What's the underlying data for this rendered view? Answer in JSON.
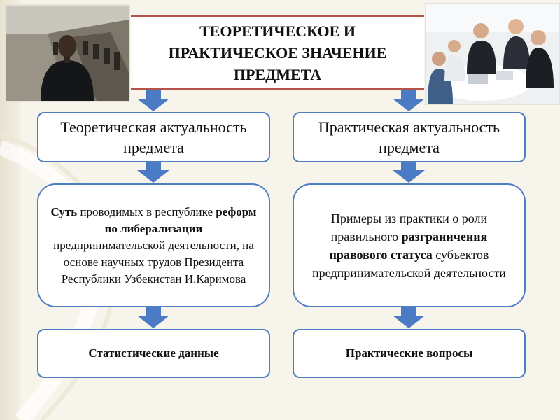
{
  "title": "ТЕОРЕТИЧЕСКОЕ И ПРАКТИЧЕСКОЕ ЗНАЧЕНИЕ ПРЕДМЕТА",
  "colors": {
    "accent_line": "#b5524a",
    "box_border": "#4f7fc2",
    "arrow_fill": "#4a7bc4"
  },
  "left_column": {
    "header": "Теоретическая актуальность предмета",
    "detail": {
      "bold_1": "Суть",
      "text_1": " проводимых в республике ",
      "bold_2": "реформ по либерализации",
      "text_2": " предпринимательской деятельности, на основе научных трудов Президента Республики Узбекистан И.Каримова"
    },
    "footer": "Статистические данные"
  },
  "right_column": {
    "header": "Практическая актуальность предмета",
    "detail": {
      "text_1": "Примеры из практики о роли правильного ",
      "bold_1": "разграничения правового статуса",
      "text_2": " субъектов предпринимательской деятельности"
    },
    "footer": "Практические вопросы"
  }
}
